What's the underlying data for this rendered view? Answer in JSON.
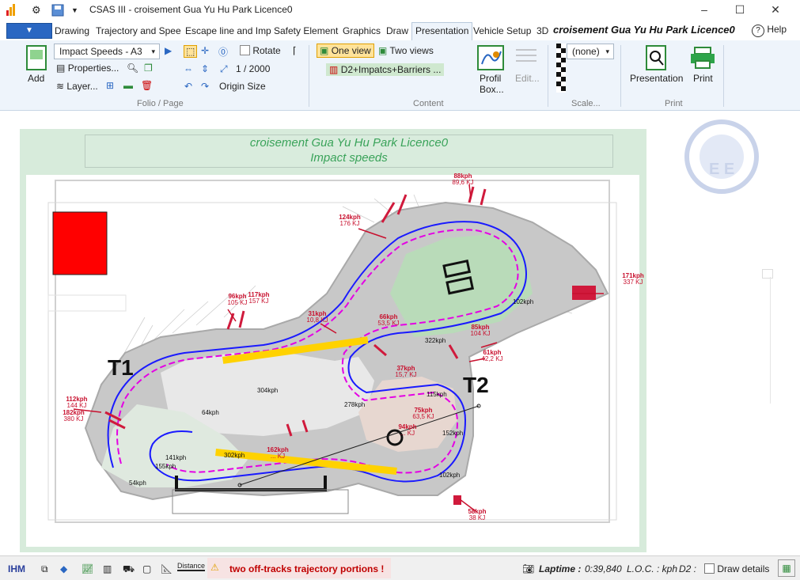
{
  "window": {
    "title": "CSAS III - croisement Gua Yu Hu Park Licence0",
    "min_label": "–",
    "max_label": "☐",
    "close_label": "✕"
  },
  "tabs": [
    "Drawing",
    "Trajectory and Spee",
    "Escape line and Imp",
    "Safety Element",
    "Graphics",
    "Draw",
    "Presentation",
    "Vehicle Setup",
    "3D"
  ],
  "app_title": "croisement Gua Yu Hu Park Licence0",
  "help_label": "Help",
  "ribbon": {
    "folio": {
      "add_label": "Add",
      "page_combo": "Impact Speeds - A3",
      "properties_label": "Properties...",
      "layers_label": "Layer...",
      "rotate_label": "Rotate",
      "scale_text": "1 /  2000",
      "origin_label": "Origin Size",
      "group_label": "Folio / Page"
    },
    "content": {
      "one_view_label": "One view",
      "two_views_label": "Two views",
      "view_item_label": "D2+Impatcs+Barriers ...",
      "profil_label": "Profil Box...",
      "edit_label": "Edit...",
      "group_label": "Content"
    },
    "scale": {
      "combo": "(none)",
      "group_label": "Scale..."
    },
    "print": {
      "presentation_label": "Presentation",
      "print_label": "Print",
      "group_label": "Print"
    }
  },
  "page": {
    "title_line1": "croisement Gua Yu Hu Park Licence0",
    "title_line2": "Impact speeds"
  },
  "map": {
    "corner_labels": [
      "T1",
      "T2"
    ],
    "speed_labels": [
      "322kph",
      "304kph",
      "278kph",
      "302kph",
      "141kph",
      "155kph",
      "54kph",
      "64kph",
      "115kph",
      "152kph",
      "102kph",
      "102kph"
    ],
    "impacts": [
      {
        "speed": "88kph",
        "energy": "89,6 KJ"
      },
      {
        "speed": "124kph",
        "energy": "176 KJ"
      },
      {
        "speed": "171kph",
        "energy": "337 KJ"
      },
      {
        "speed": "96kph",
        "energy": "105 KJ"
      },
      {
        "speed": "117kph",
        "energy": "157 KJ"
      },
      {
        "speed": "31kph",
        "energy": "10,8 KJ"
      },
      {
        "speed": "66kph",
        "energy": "53,5 KJ"
      },
      {
        "speed": "85kph",
        "energy": "104 KJ"
      },
      {
        "speed": "61kph",
        "energy": "42,2 KJ"
      },
      {
        "speed": "37kph",
        "energy": "15,7 KJ"
      },
      {
        "speed": "112kph",
        "energy": "144 KJ"
      },
      {
        "speed": "182kph",
        "energy": "380 KJ"
      },
      {
        "speed": "75kph",
        "energy": "63,5 KJ"
      },
      {
        "speed": "94kph",
        "energy": "... KJ"
      },
      {
        "speed": "162kph",
        "energy": "... KJ"
      },
      {
        "speed": "58kph",
        "energy": "38 KJ"
      }
    ]
  },
  "status": {
    "ihm_label": "IHM",
    "warning": "two off-tracks trajectory portions !",
    "laptime_label": "Laptime :",
    "laptime_value": "0:39,840",
    "loc_text": "L.O.C. : kph",
    "d2_text": "D2 :",
    "draw_details_label": "Draw details",
    "distance_label": "Distance"
  },
  "colors": {
    "accent": "#2a67c2",
    "page_bg": "#d7ebdb",
    "title_green": "#3aa35a",
    "impact_red": "#c8102e",
    "warning_red": "#c00000"
  }
}
